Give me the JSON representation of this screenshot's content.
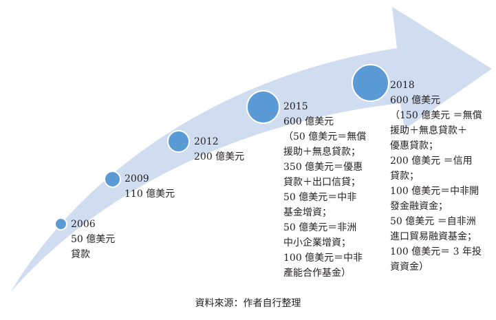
{
  "milestones": [
    {
      "year": "2006",
      "lines": [
        "50 億美元",
        "貸款"
      ]
    },
    {
      "year": "2009",
      "lines": [
        "110 億美元"
      ]
    },
    {
      "year": "2012",
      "lines": [
        "200 億美元"
      ]
    },
    {
      "year": "2015",
      "lines": [
        "600 億美元",
        "（50 億美元＝無償",
        "援助＋無息貸款；",
        "350 億美元＝優惠",
        "貸款＋出口信貸；",
        "50 億美元＝中非",
        "基金增資；",
        " 50 億美元＝非洲",
        "中小企業增資；",
        "100 億美元＝中非",
        "產能合作基金）"
      ]
    },
    {
      "year": "2018",
      "lines": [
        "600 億美元",
        "（150 億美元 ＝無償",
        "援助＋無息貸款＋",
        "優惠貸款；",
        "200 億美元 ＝信用",
        "貸款；",
        "100 億美元＝中非開",
        "發金融資金；",
        " 50 億美元 ＝自非洲",
        "進口貿易融資基金；",
        "100 億美元＝ 3 年投",
        "資資金）"
      ]
    }
  ],
  "source": "資料來源：作者自行整理",
  "colors": {
    "arrow": "#d0dcef",
    "dot": "#5b9bd5"
  }
}
